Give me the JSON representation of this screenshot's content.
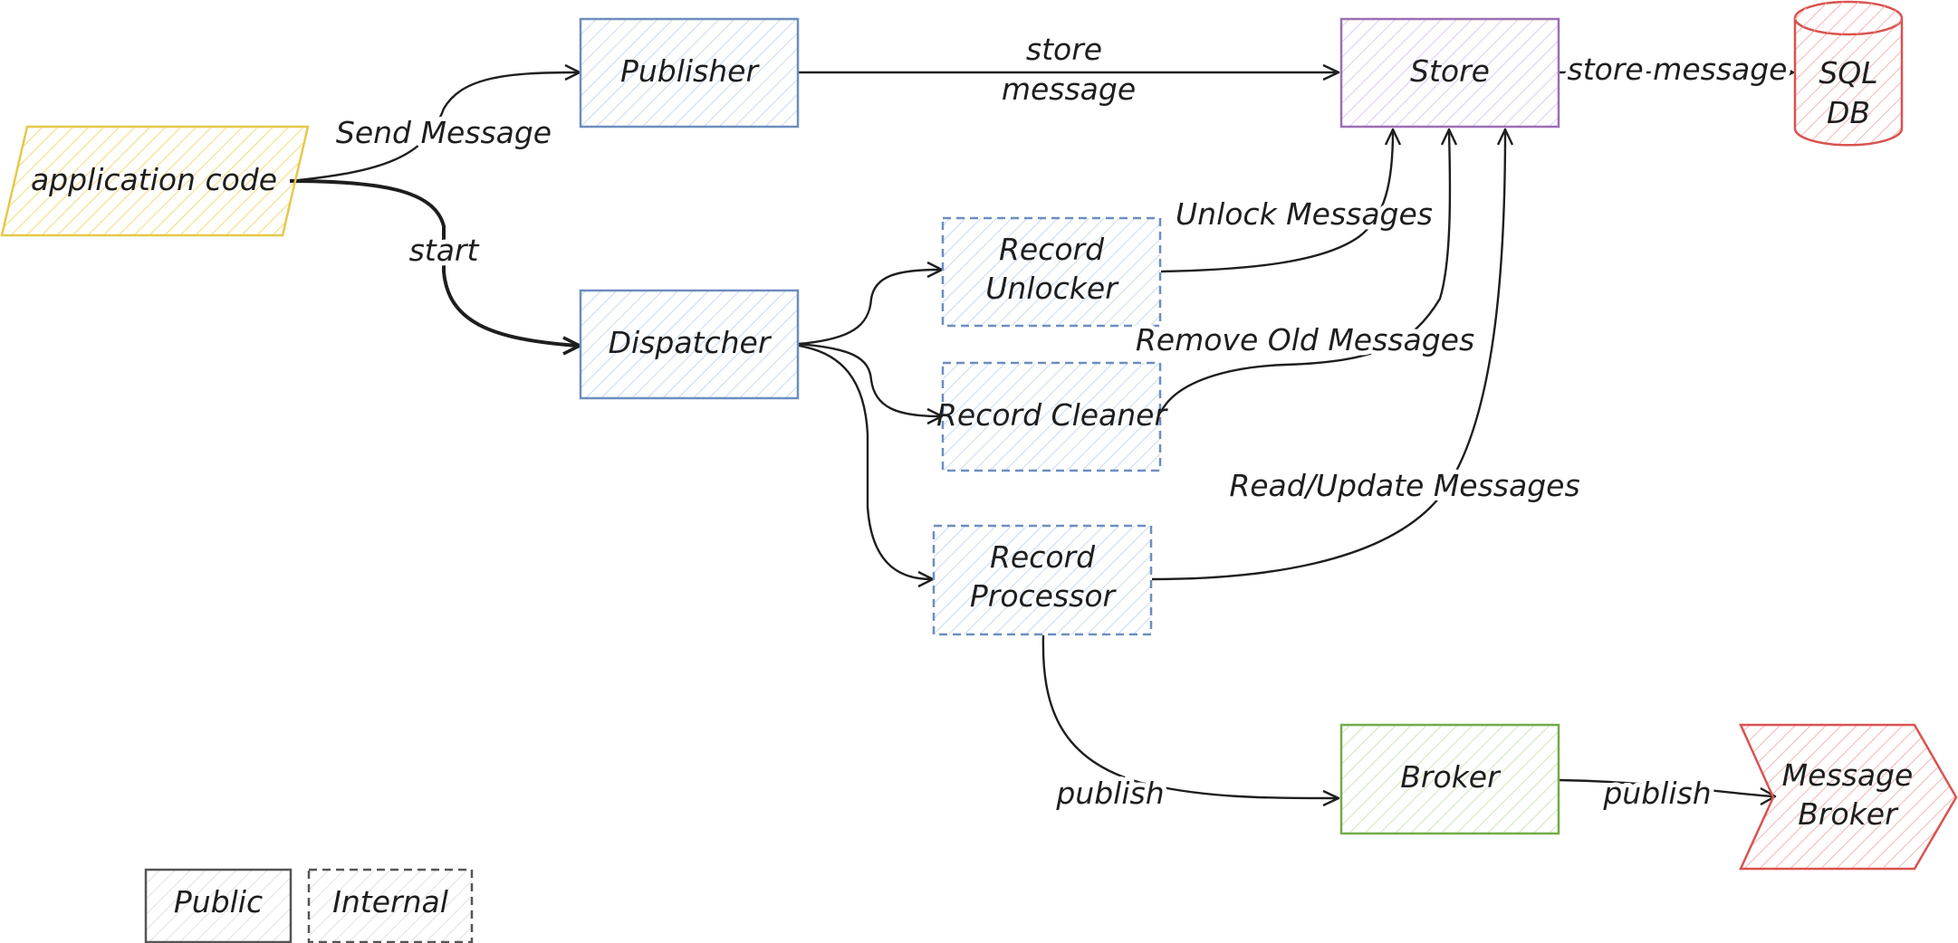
{
  "nodes": {
    "application_code": {
      "label": "application code"
    },
    "publisher": {
      "label": "Publisher"
    },
    "store": {
      "label": "Store"
    },
    "sql_db": {
      "line1": "SQL",
      "line2": "DB"
    },
    "dispatcher": {
      "label": "Dispatcher"
    },
    "record_unlocker": {
      "line1": "Record",
      "line2": "Unlocker"
    },
    "record_cleaner": {
      "label": "Record Cleaner"
    },
    "record_processor": {
      "line1": "Record",
      "line2": "Processor"
    },
    "broker": {
      "label": "Broker"
    },
    "message_broker": {
      "line1": "Message",
      "line2": "Broker"
    }
  },
  "edges": {
    "send_message": "Send Message",
    "start": "start",
    "store_message_pub": {
      "line1": "store",
      "line2": "message"
    },
    "store_message_db": "store message",
    "unlock_messages": "Unlock Messages",
    "remove_old_messages": "Remove Old Messages",
    "read_update_messages": "Read/Update Messages",
    "publish_processor": "publish",
    "publish_broker": "publish"
  },
  "legend": {
    "public": "Public",
    "internal": "Internal"
  },
  "colors": {
    "application_code": "#e6c84a",
    "component_blue": "#6c8ebf",
    "store_purple": "#9b6fb5",
    "db_red": "#d9534f",
    "broker_green": "#70ad47",
    "message_broker_red": "#d9534f",
    "legend_gray": "#555555"
  }
}
